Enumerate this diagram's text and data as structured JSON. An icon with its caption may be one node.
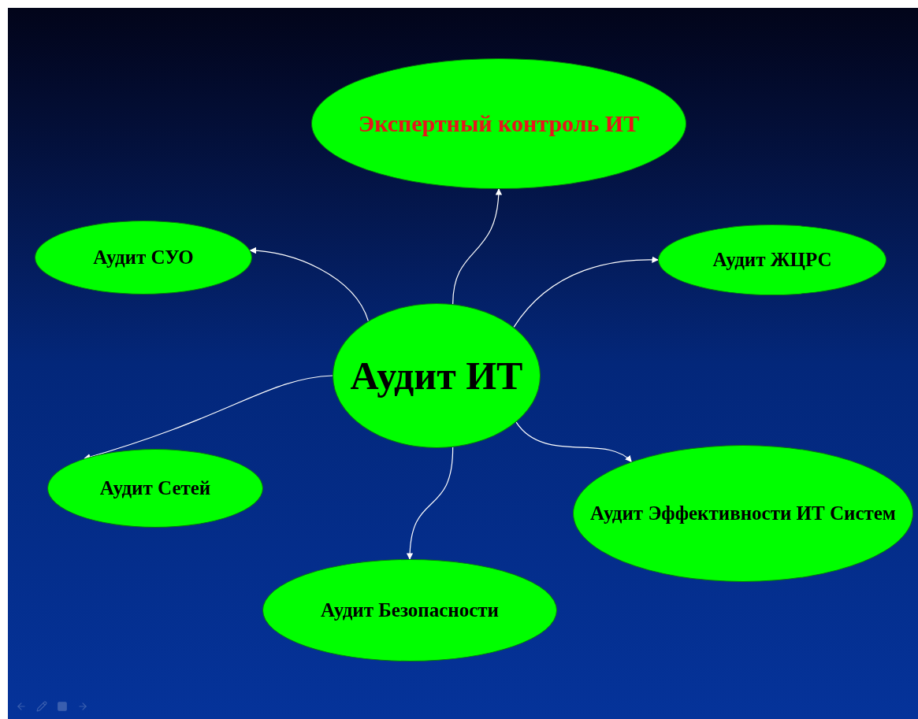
{
  "diagram": {
    "nodes": [
      {
        "text": [
          "Экспертный контроль ИТ"
        ]
      },
      {
        "text": [
          "Аудит СУО"
        ]
      },
      {
        "text": [
          "Аудит ЖЦРС"
        ]
      },
      {
        "text": [
          "Аудит ИТ"
        ]
      },
      {
        "text": [
          "Аудит Сетей"
        ]
      },
      {
        "text": [
          "Аудит Эффективности ИТ Систем"
        ]
      },
      {
        "text": [
          "Аудит Безопасности"
        ]
      }
    ],
    "edges": [
      {
        "from": 3,
        "to": 0,
        "arrow": "to"
      },
      {
        "from": 3,
        "to": 1,
        "arrow": "to"
      },
      {
        "from": 3,
        "to": 2,
        "arrow": "to"
      },
      {
        "from": 3,
        "to": 4,
        "arrow": "to"
      },
      {
        "from": 3,
        "to": 6,
        "arrow": "to"
      },
      {
        "from": 3,
        "to": 5,
        "arrow": "to"
      }
    ]
  }
}
